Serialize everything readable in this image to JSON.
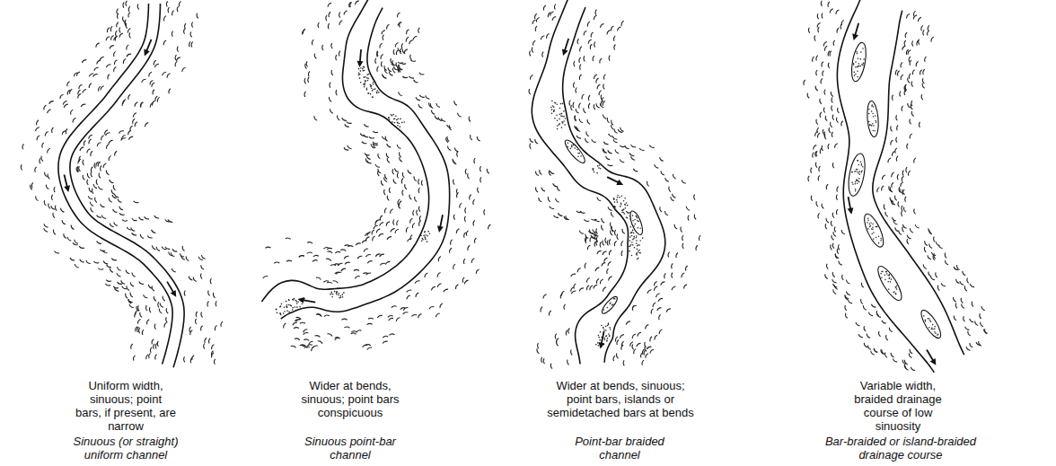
{
  "diagram": {
    "labels": [
      "Uniform width, sinuous; point bars, if present, are narrow",
      "Sinuous (or straight) uniform channel",
      "Wider at bends, sinuous; point bars conspicuous",
      "Sinuous point-bar channel",
      "Wider at bends, sinuous; point bars, islands or semidetached bars at bends",
      "Point-bar braided channel",
      "Variable width, braided drainage course of low sinuosity",
      "Bar-braided or island-braided drainage course"
    ]
  }
}
